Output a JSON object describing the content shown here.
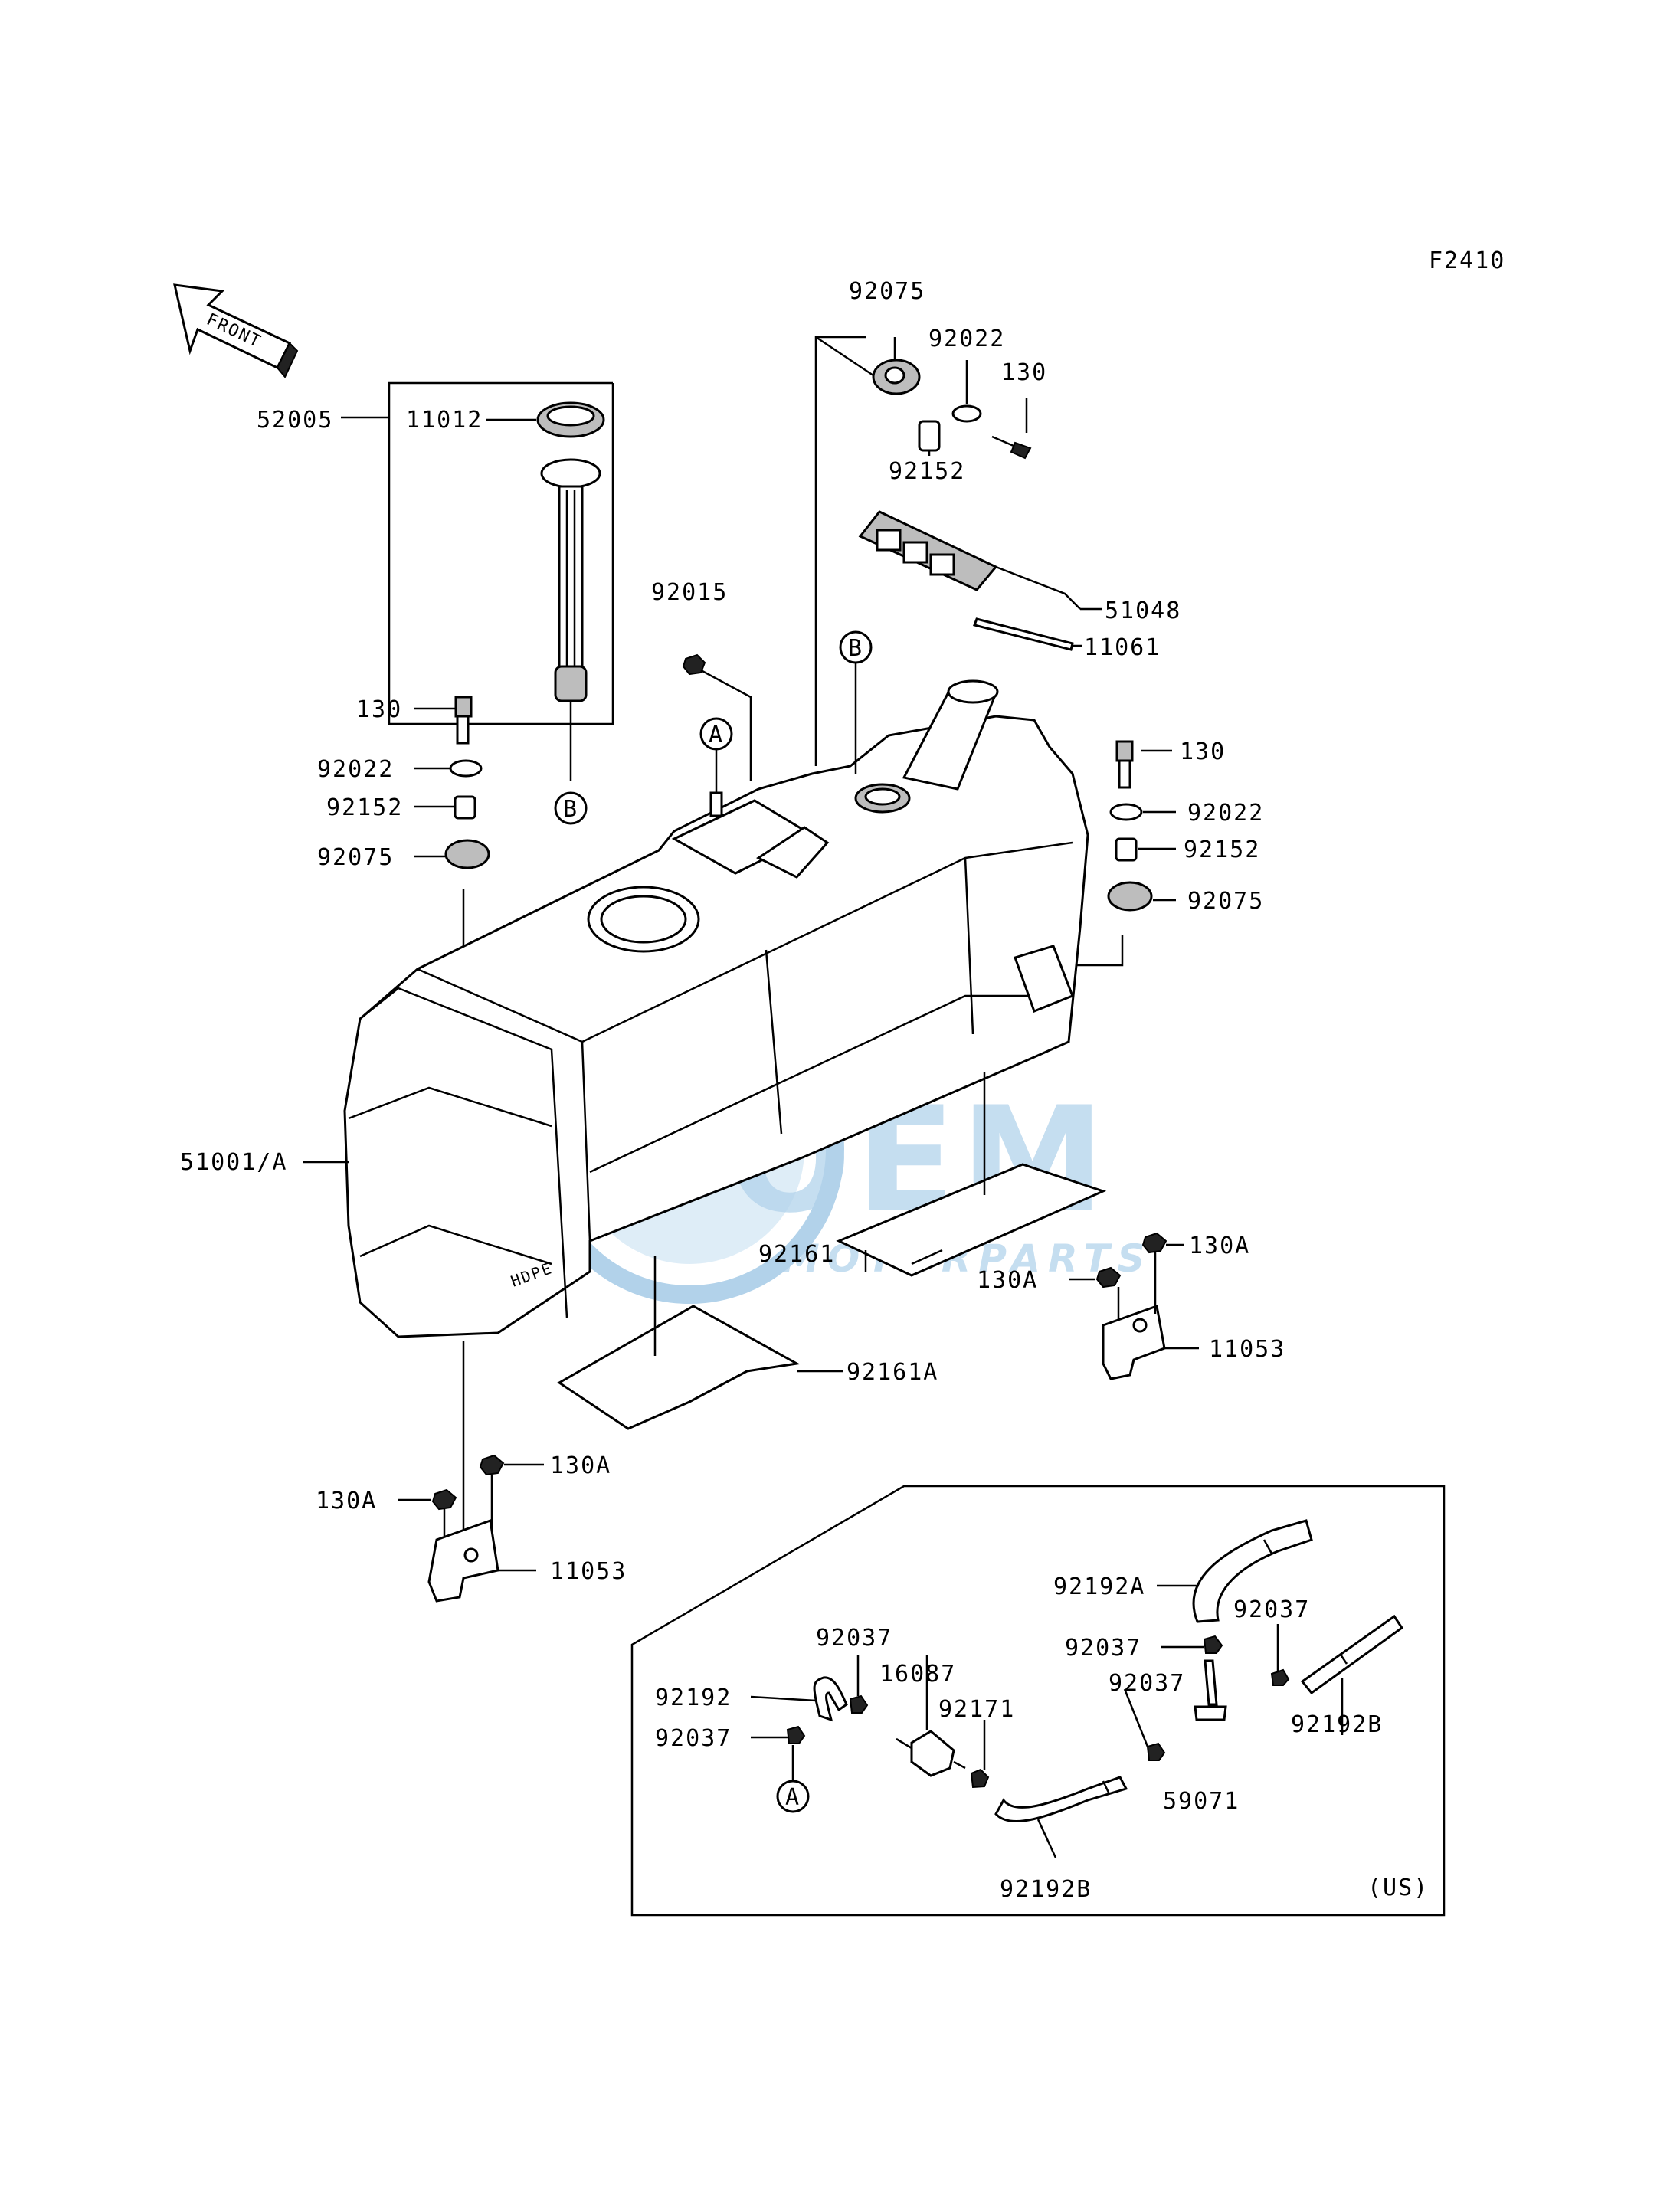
{
  "diagram_code": "F2410",
  "front_arrow_label": "FRONT",
  "watermark": {
    "brand": "OEM",
    "sub": "MOTORPARTS",
    "color": "#6fb0de"
  },
  "callouts": {
    "c52005": "52005",
    "c11012": "11012",
    "c92075_top": "92075",
    "c92022_top": "92022",
    "c130_top": "130",
    "c92152_top": "92152",
    "c51048": "51048",
    "c11061": "11061",
    "c92015": "92015",
    "c130_left": "130",
    "c92022_left": "92022",
    "c92152_left": "92152",
    "c92075_left": "92075",
    "c130_right": "130",
    "c92022_right": "92022",
    "c92152_right": "92152",
    "c92075_right": "92075",
    "c51001": "51001/A",
    "c92161": "92161",
    "c92161a": "92161A",
    "c130a_r1": "130A",
    "c130a_r2": "130A",
    "c11053_r": "11053",
    "c130a_l1": "130A",
    "c130a_l2": "130A",
    "c11053_l": "11053",
    "c92192a": "92192A",
    "c92037_a": "92037",
    "c92037_b": "92037",
    "c16087": "16087",
    "c92171": "92171",
    "c92192": "92192",
    "c92037_c": "92037",
    "c92037_d": "92037",
    "c92037_e": "92037",
    "c92192b_r": "92192B",
    "c59071": "59071",
    "c92192b_b": "92192B",
    "region": "(US)"
  },
  "ref_markers": {
    "b_top": "B",
    "b_left": "B",
    "a_tank": "A",
    "a_inset": "A"
  },
  "tank_embossing": "HDPE"
}
